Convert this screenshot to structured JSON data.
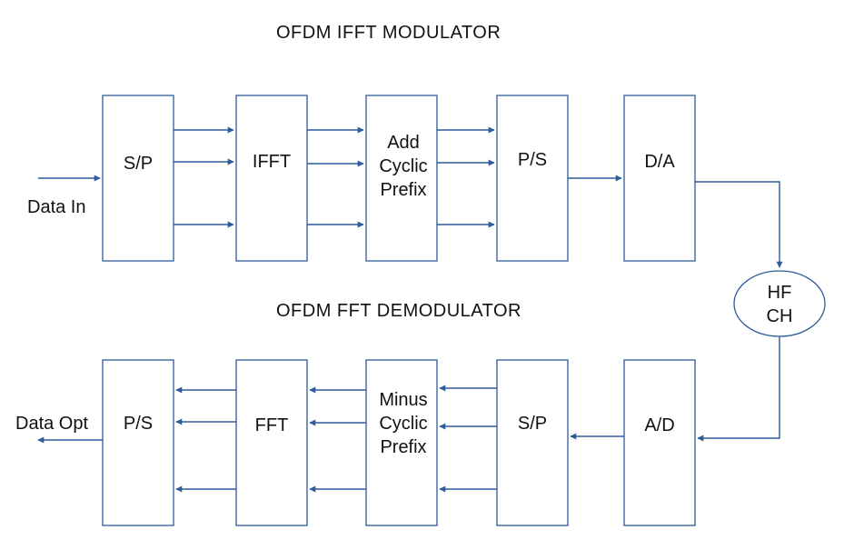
{
  "modulator": {
    "title": "OFDM IFFT MODULATOR",
    "input_label": "Data In",
    "blocks": [
      "S/P",
      "IFFT",
      "Add\nCyclic\nPrefix",
      "P/S",
      "D/A"
    ]
  },
  "channel": {
    "label": "HF\nCH"
  },
  "demodulator": {
    "title": "OFDM FFT DEMODULATOR",
    "output_label": "Data Opt",
    "blocks": [
      "P/S",
      "FFT",
      "Minus\nCyclic\nPrefix",
      "S/P",
      "A/D"
    ]
  },
  "colors": {
    "block_border": "#2e5b9a",
    "arrow": "#2e5b9a",
    "text": "#111111",
    "background": "#ffffff"
  }
}
